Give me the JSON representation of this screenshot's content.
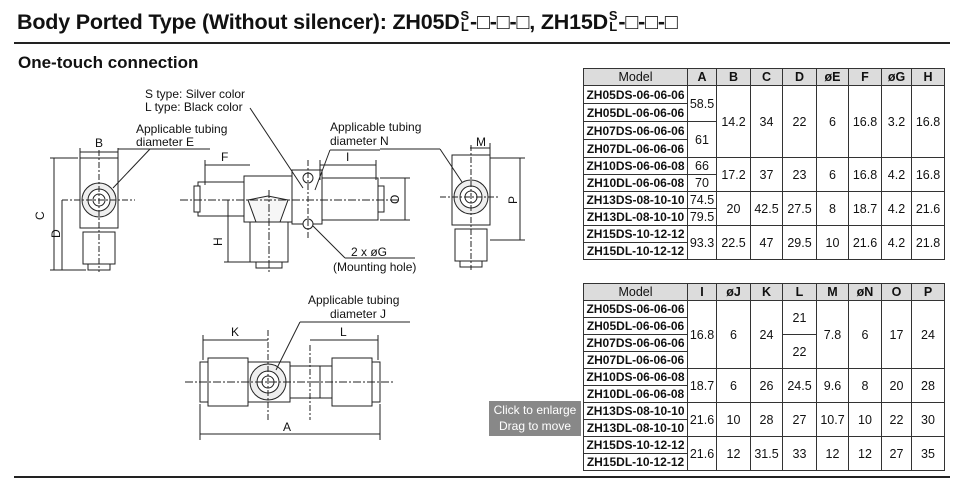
{
  "title": {
    "prefix": "Body Ported Type (Without silencer): ZH05D",
    "sup": "S",
    "sub": "L",
    "mid": "-□-□-□, ZH15D",
    "suffix": "-□-□-□"
  },
  "subtitle": "One-touch connection",
  "drawing": {
    "type_s": "S type: Silver color",
    "type_l": "L type: Black color",
    "tubing_e_1": "Applicable tubing",
    "tubing_e_2": "diameter  E",
    "tubing_n_1": "Applicable tubing",
    "tubing_n_2": "diameter  N",
    "tubing_j_1": "Applicable tubing",
    "tubing_j_2": "diameter  J",
    "mounting_1": "2 x øG",
    "mounting_2": "(Mounting hole)",
    "dim_b": "B",
    "dim_c": "C",
    "dim_d": "D",
    "dim_f": "F",
    "dim_h": "H",
    "dim_i": "I",
    "dim_o": "O",
    "dim_m": "M",
    "dim_p": "P",
    "dim_k": "K",
    "dim_l": "L",
    "dim_a": "A"
  },
  "table1": {
    "headers": [
      "Model",
      "A",
      "B",
      "C",
      "D",
      "øE",
      "F",
      "øG",
      "H"
    ],
    "models": [
      "ZH05DS-06-06-06",
      "ZH05DL-06-06-06",
      "ZH07DS-06-06-06",
      "ZH07DL-06-06-06",
      "ZH10DS-06-06-08",
      "ZH10DL-06-06-08",
      "ZH13DS-08-10-10",
      "ZH13DL-08-10-10",
      "ZH15DS-10-12-12",
      "ZH15DL-10-12-12"
    ],
    "a": [
      "58.5",
      "61",
      "66",
      "70",
      "74.5",
      "79.5",
      "93.3"
    ],
    "groups": [
      [
        "14.2",
        "34",
        "22",
        "6",
        "16.8",
        "3.2",
        "16.8"
      ],
      [
        "17.2",
        "37",
        "23",
        "6",
        "16.8",
        "4.2",
        "16.8"
      ],
      [
        "20",
        "42.5",
        "27.5",
        "8",
        "18.7",
        "4.2",
        "21.6"
      ],
      [
        "22.5",
        "47",
        "29.5",
        "10",
        "21.6",
        "4.2",
        "21.8"
      ]
    ]
  },
  "table2": {
    "headers": [
      "Model",
      "I",
      "øJ",
      "K",
      "L",
      "M",
      "øN",
      "O",
      "P"
    ],
    "models": [
      "ZH05DS-06-06-06",
      "ZH05DL-06-06-06",
      "ZH07DS-06-06-06",
      "ZH07DL-06-06-06",
      "ZH10DS-06-06-08",
      "ZH10DL-06-06-08",
      "ZH13DS-08-10-10",
      "ZH13DL-08-10-10",
      "ZH15DS-10-12-12",
      "ZH15DL-10-12-12"
    ],
    "g1": {
      "i": "16.8",
      "j": "6",
      "k": "24",
      "l_a": "21",
      "l_b": "22",
      "m": "7.8",
      "n": "6",
      "o": "17",
      "p": "24"
    },
    "groups": [
      [
        "18.7",
        "6",
        "26",
        "24.5",
        "9.6",
        "8",
        "20",
        "28"
      ],
      [
        "21.6",
        "10",
        "28",
        "27",
        "10.7",
        "10",
        "22",
        "30"
      ],
      [
        "21.6",
        "12",
        "31.5",
        "33",
        "12",
        "12",
        "27",
        "35"
      ]
    ]
  },
  "overlay": {
    "line1": "Click to enlarge",
    "line2": "Drag to move"
  }
}
